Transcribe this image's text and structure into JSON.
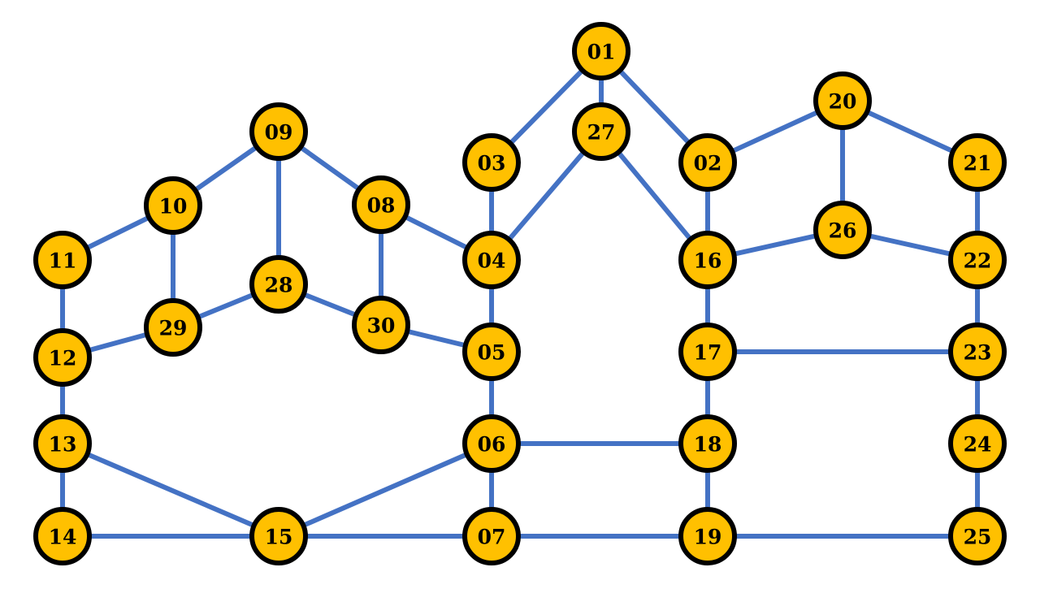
{
  "colors": {
    "edge": "#4472C4",
    "node_fill": "#FFC000",
    "node_stroke": "#000000",
    "label": "#000000",
    "background": "#FFFFFF"
  },
  "nodes": [
    "01",
    "02",
    "03",
    "04",
    "05",
    "06",
    "07",
    "08",
    "09",
    "10",
    "11",
    "12",
    "13",
    "14",
    "15",
    "16",
    "17",
    "18",
    "19",
    "20",
    "21",
    "22",
    "23",
    "24",
    "25",
    "26",
    "27",
    "28",
    "29",
    "30"
  ],
  "edges": [
    [
      "01",
      "03"
    ],
    [
      "01",
      "27"
    ],
    [
      "01",
      "02"
    ],
    [
      "03",
      "04"
    ],
    [
      "27",
      "04"
    ],
    [
      "27",
      "16"
    ],
    [
      "02",
      "16"
    ],
    [
      "02",
      "20"
    ],
    [
      "20",
      "21"
    ],
    [
      "20",
      "26"
    ],
    [
      "26",
      "16"
    ],
    [
      "26",
      "22"
    ],
    [
      "21",
      "22"
    ],
    [
      "22",
      "23"
    ],
    [
      "16",
      "17"
    ],
    [
      "17",
      "23"
    ],
    [
      "17",
      "18"
    ],
    [
      "18",
      "19"
    ],
    [
      "23",
      "24"
    ],
    [
      "24",
      "25"
    ],
    [
      "19",
      "25"
    ],
    [
      "04",
      "05"
    ],
    [
      "05",
      "06"
    ],
    [
      "06",
      "18"
    ],
    [
      "06",
      "07"
    ],
    [
      "07",
      "19"
    ],
    [
      "15",
      "07"
    ],
    [
      "06",
      "15"
    ],
    [
      "04",
      "08"
    ],
    [
      "08",
      "09"
    ],
    [
      "08",
      "30"
    ],
    [
      "30",
      "05"
    ],
    [
      "28",
      "30"
    ],
    [
      "09",
      "28"
    ],
    [
      "09",
      "10"
    ],
    [
      "28",
      "29"
    ],
    [
      "10",
      "29"
    ],
    [
      "10",
      "11"
    ],
    [
      "11",
      "12"
    ],
    [
      "12",
      "29"
    ],
    [
      "12",
      "13"
    ],
    [
      "13",
      "14"
    ],
    [
      "14",
      "15"
    ],
    [
      "13",
      "15"
    ]
  ]
}
